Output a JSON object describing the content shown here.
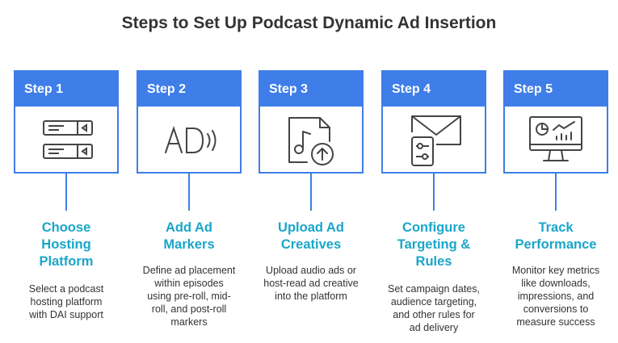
{
  "title": "Steps to Set Up Podcast Dynamic Ad Insertion",
  "colors": {
    "accent": "#3f7ee8",
    "heading": "#1aa6c9",
    "text": "#333333"
  },
  "steps": [
    {
      "label": "Step 1",
      "icon": "server-rack-icon",
      "title_lines": [
        "Choose",
        "Hosting",
        "Platform"
      ],
      "desc_lines": [
        "Select a podcast",
        "hosting platform",
        "with DAI support"
      ]
    },
    {
      "label": "Step 2",
      "icon": "ad-audio-icon",
      "title_lines": [
        "Add Ad",
        "Markers"
      ],
      "desc_lines": [
        "Define ad placement",
        "within episodes",
        "using pre-roll, mid-",
        "roll, and post-roll",
        "markers"
      ]
    },
    {
      "label": "Step 3",
      "icon": "audio-upload-icon",
      "title_lines": [
        "Upload Ad",
        "Creatives"
      ],
      "desc_lines": [
        "Upload audio ads or",
        "host-read ad creative",
        "into the platform"
      ]
    },
    {
      "label": "Step 4",
      "icon": "mail-settings-icon",
      "title_lines": [
        "Configure",
        "Targeting &",
        "Rules"
      ],
      "desc_lines": [
        "Set campaign dates,",
        "audience targeting,",
        "and other rules for",
        "ad delivery"
      ]
    },
    {
      "label": "Step 5",
      "icon": "analytics-monitor-icon",
      "title_lines": [
        "Track",
        "Performance"
      ],
      "desc_lines": [
        "Monitor key metrics",
        "like downloads,",
        "impressions, and",
        "conversions to",
        "measure success"
      ]
    }
  ]
}
